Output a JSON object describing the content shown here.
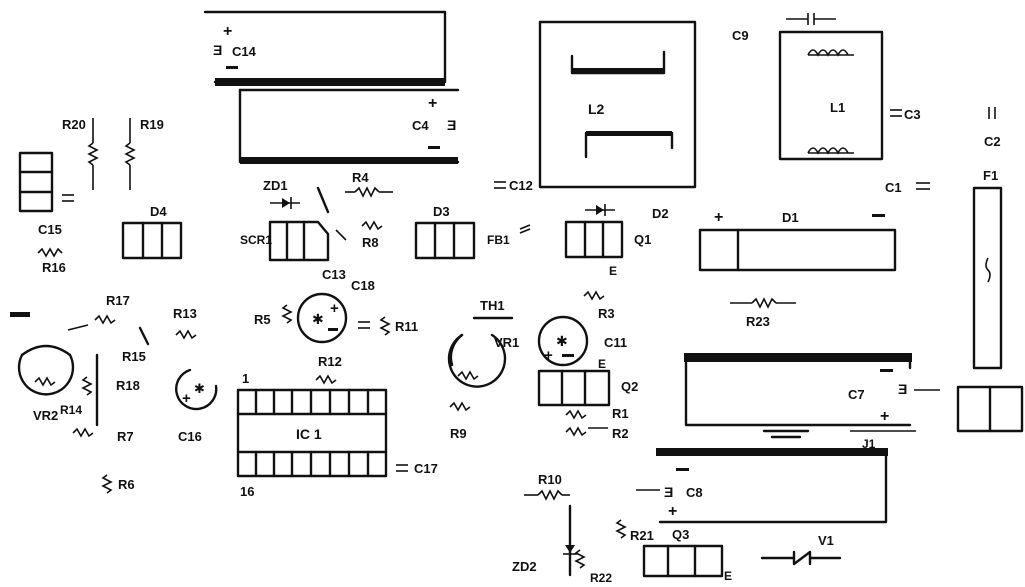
{
  "diagram": {
    "labels": {
      "c14": "C14",
      "c4": "C4",
      "r20": "R20",
      "r19": "R19",
      "c15": "C15",
      "r16": "R16",
      "d4": "D4",
      "zd1": "ZD1",
      "r4": "R4",
      "scr1": "SCR1",
      "r8": "R8",
      "d3": "D3",
      "fb1": "FB1",
      "c12": "C12",
      "l2": "L2",
      "d2": "D2",
      "q1": "Q1",
      "q1_e": "E",
      "c9": "C9",
      "l1": "L1",
      "c3": "C3",
      "c2": "C2",
      "f1": "F1",
      "c1": "C1",
      "d1": "D1",
      "c13": "C13",
      "c18": "C18",
      "r5": "R5",
      "r11": "R11",
      "r17": "R17",
      "r13": "R13",
      "r15": "R15",
      "r18": "R18",
      "r14": "R14",
      "vr2": "VR2",
      "r7": "R7",
      "c16": "C16",
      "r12": "R12",
      "ic1": "IC 1",
      "pin1": "1",
      "pin16": "16",
      "c17": "C17",
      "r6": "R6",
      "th1": "TH1",
      "vr1": "VR1",
      "r3": "R3",
      "c11": "C11",
      "q2_e": "E",
      "q2": "Q2",
      "r1": "R1",
      "r2": "R2",
      "r9": "R9",
      "r23": "R23",
      "c7": "C7",
      "j1": "J1",
      "c8": "C8",
      "r10": "R10",
      "r21": "R21",
      "q3": "Q3",
      "q3_e": "E",
      "v1": "V1",
      "zd2": "ZD2",
      "r22": "R22"
    },
    "polarity": {
      "plus": "+",
      "minus": "−"
    }
  }
}
